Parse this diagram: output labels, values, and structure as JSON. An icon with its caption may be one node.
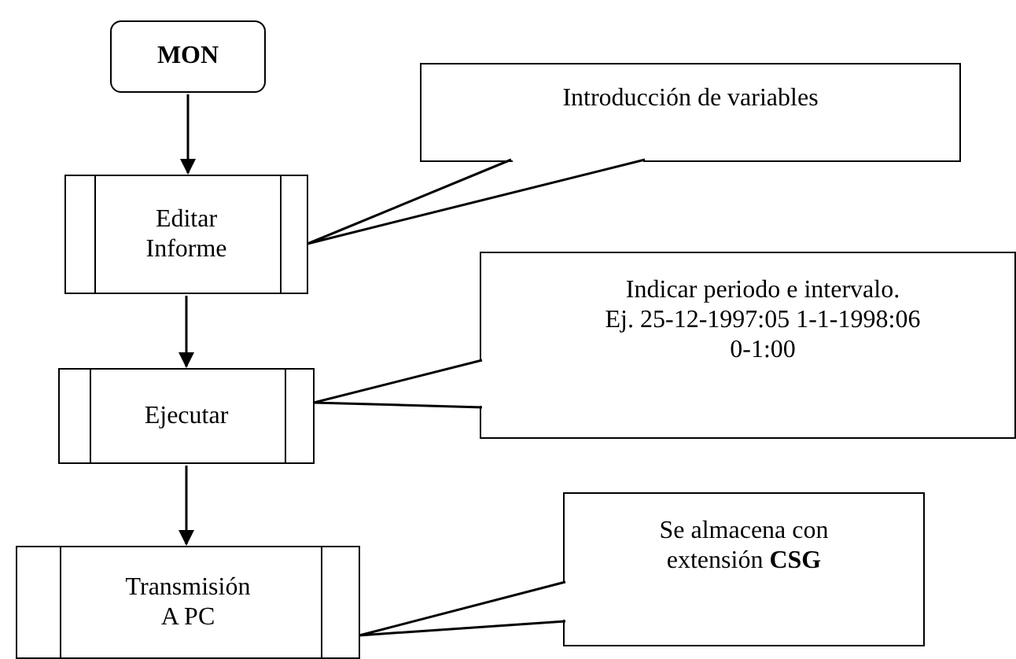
{
  "diagram": {
    "nodes": [
      {
        "text": [
          "MON"
        ]
      },
      {
        "text": [
          "Editar Informe"
        ]
      },
      {
        "text": [
          "Ejecutar"
        ]
      },
      {
        "text": [
          "Transmisión A PC"
        ]
      },
      {
        "text": [
          "Introducción de variables"
        ]
      },
      {
        "text": [
          "Indicar periodo e intervalo.",
          "Ej. 25-12-1997:05 1-1-1998:06 0-1:00"
        ]
      },
      {
        "text": [
          "Se almacena con extensión **CSG**"
        ]
      }
    ],
    "edges": [
      {
        "from": 0,
        "to": 1,
        "arrow": "to"
      },
      {
        "from": 1,
        "to": 2,
        "arrow": "to"
      },
      {
        "from": 2,
        "to": 3,
        "arrow": "to"
      },
      {
        "from": 4,
        "to": 1,
        "arrow": "none"
      },
      {
        "from": 5,
        "to": 2,
        "arrow": "none"
      },
      {
        "from": 6,
        "to": 3,
        "arrow": "none"
      }
    ]
  }
}
